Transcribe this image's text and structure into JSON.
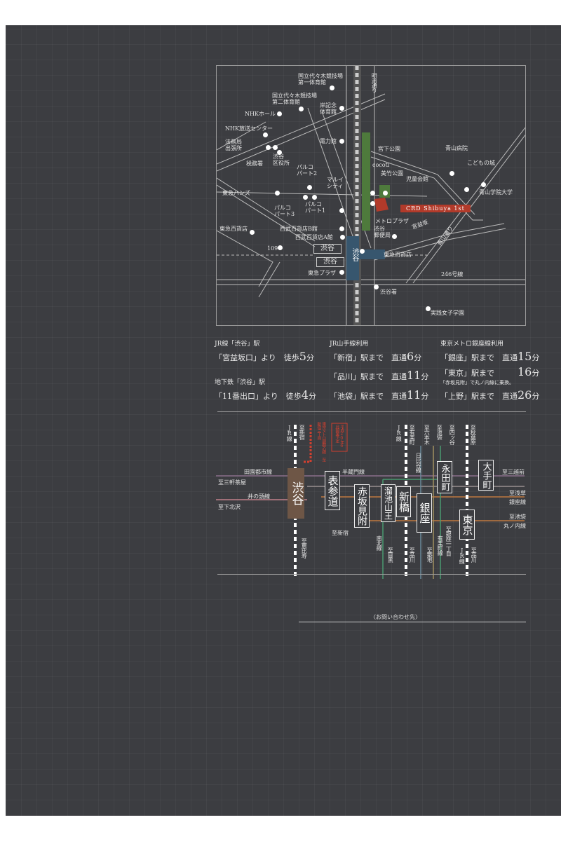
{
  "map": {
    "labels": [
      "国立代々木競技場\n第一体育館",
      "国立代々木競技場\n第二体育館",
      "NHKホール",
      "NHK放送センター",
      "法務局\n出張所",
      "税務署",
      "渋谷\n区役所",
      "岸記念\n体育館",
      "電力館",
      "パルコ\nパート2",
      "マルイ\nシティ",
      "東急ハンズ",
      "パルコ\nパート3",
      "パルコ\nパート1",
      "西武百貨店B館",
      "西武百貨店A館",
      "東急百貨店",
      "109",
      "東急プラザ",
      "東急百貨店",
      "246号線",
      "渋谷署",
      "実践女子学園",
      "明治通り",
      "宮下公園",
      "cocoti",
      "美竹公園",
      "児童会館",
      "青山病院",
      "こどもの城",
      "青山学院大学",
      "メトロプラザ",
      "渋谷\n郵便局",
      "宮益坂",
      "青山通り"
    ],
    "station_jr": "渋谷",
    "station_subway": "渋谷",
    "station_main": "渋谷",
    "property_label": "CRD Shibuya 1st"
  },
  "access": {
    "col1": [
      {
        "title": "JR線「渋谷」駅",
        "text": "「宮益坂口」より　徒歩",
        "num": "5",
        "unit": "分"
      },
      {
        "title": "地下鉄「渋谷」駅",
        "text": "「11番出口」より　徒歩",
        "num": "4",
        "unit": "分"
      }
    ],
    "col2": {
      "title": "JR山手線利用",
      "rows": [
        {
          "text": "「新宿」駅まで　直通",
          "num": "6",
          "unit": "分"
        },
        {
          "text": "「品川」駅まで　直通",
          "num": "11",
          "unit": "分"
        },
        {
          "text": "「池袋」駅まで　直通",
          "num": "11",
          "unit": "分"
        }
      ]
    },
    "col3": {
      "title": "東京メトロ銀座線利用",
      "rows": [
        {
          "text": "「銀座」駅まで　直通",
          "num": "15",
          "unit": "分"
        },
        {
          "text": "「東京」駅まで",
          "num": "16",
          "unit": "分"
        },
        {
          "text": "「上野」駅まで　直通",
          "num": "26",
          "unit": "分"
        }
      ],
      "note": "「赤坂見附」で丸ノ内線に乗換。"
    }
  },
  "route": {
    "stations": [
      "渋谷",
      "表参道",
      "赤坂見附",
      "溜池山王",
      "新橋",
      "銀座",
      "永田町",
      "東京",
      "大手町"
    ],
    "labels": [
      "JR線",
      "至新宿",
      "東京メトロ副都心線 至新宿三丁目",
      "平成20年6月開業予定",
      "田園都市線",
      "至三軒茶屋",
      "井の頭線",
      "至下北沢",
      "半蔵門線",
      "至新宿",
      "至恵比寿",
      "JR線",
      "至有楽町",
      "至六本木",
      "日比谷線",
      "至池袋",
      "至四ッ谷",
      "至秋葉原",
      "至三越前",
      "至浅草",
      "銀座線",
      "至池袋",
      "丸ノ内線",
      "南北線",
      "至目黒",
      "至品川",
      "至築地",
      "有楽町線",
      "至銀座一丁目",
      "JR線",
      "至品川"
    ]
  },
  "contact": "〈お問い合わせ先〉"
}
